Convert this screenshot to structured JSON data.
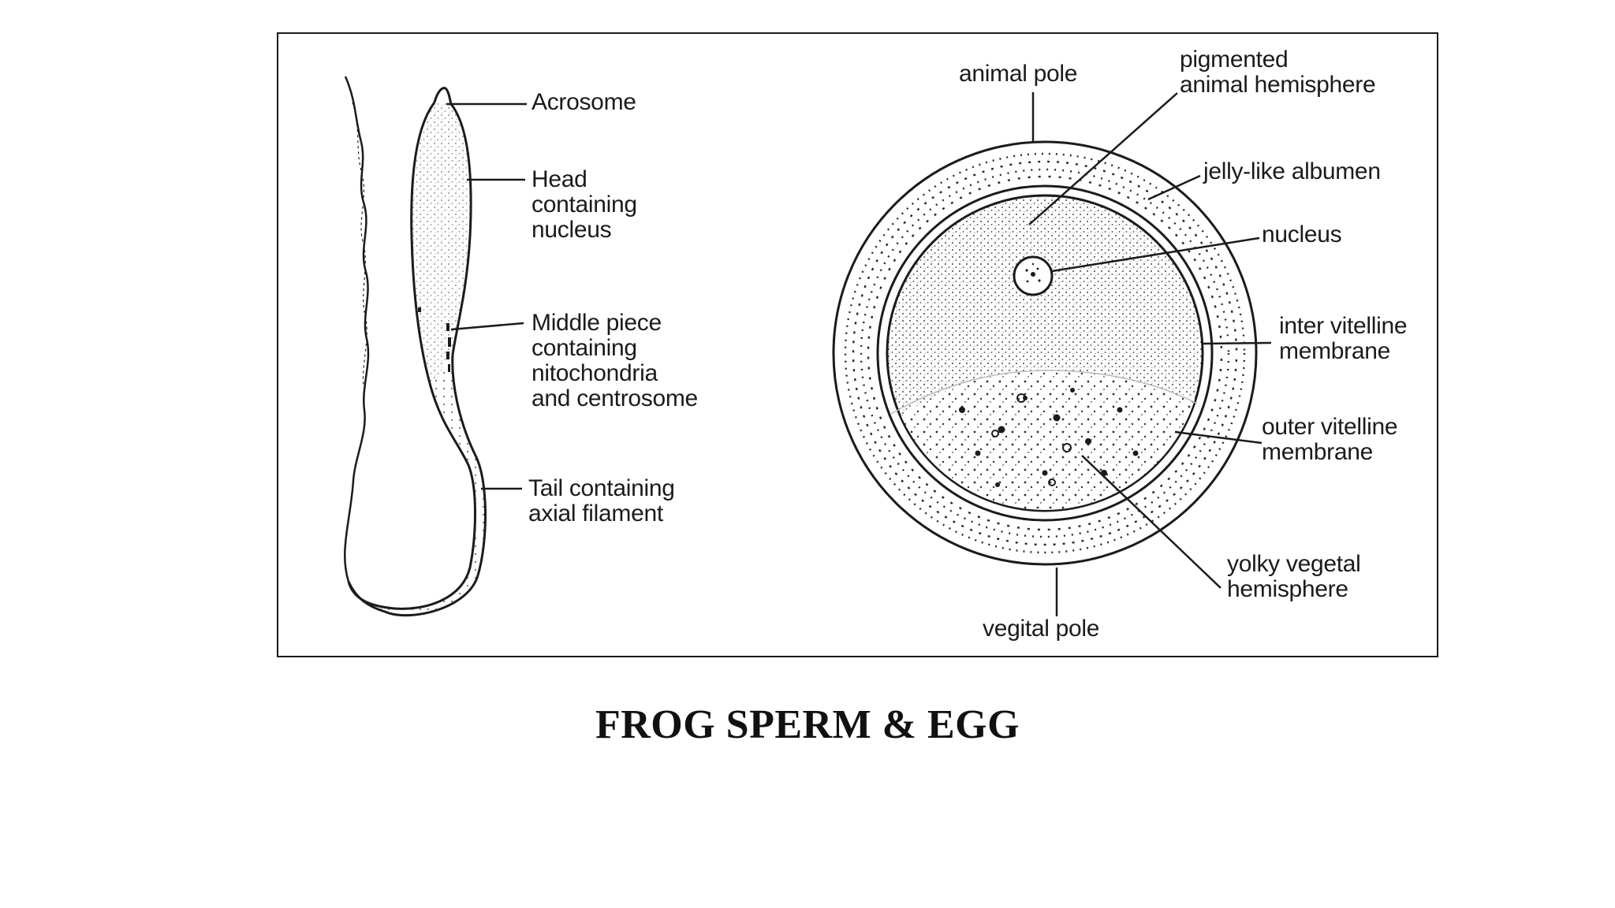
{
  "caption": "FROG SPERM & EGG",
  "sperm": {
    "labels": {
      "acrosome": "Acrosome",
      "head": "Head\ncontaining\nnucleus",
      "middle_piece": "Middle piece\ncontaining\nnitochondria\nand centrosome",
      "tail": "Tail containing\naxial filament"
    }
  },
  "egg": {
    "labels": {
      "animal_pole": "animal pole",
      "pigmented_hemisphere": "pigmented\nanimal hemisphere",
      "jelly_albumen": "jelly-like albumen",
      "nucleus": "nucleus",
      "inter_vitelline": "inter vitelline\nmembrane",
      "outer_vitelline": "outer vitelline\nmembrane",
      "yolky_hemisphere": "yolky vegetal\nhemisphere",
      "vegital_pole": "vegital pole"
    }
  },
  "colors": {
    "ink": "#1b1b1b",
    "background": "#ffffff"
  }
}
